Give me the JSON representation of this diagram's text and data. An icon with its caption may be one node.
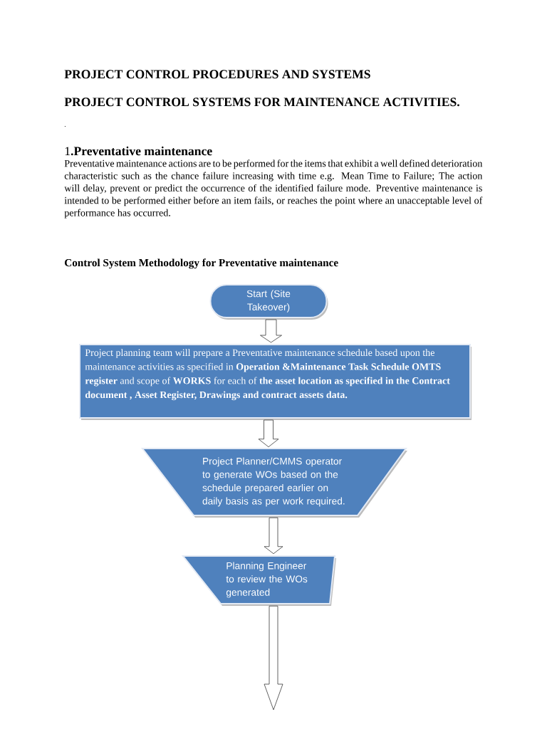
{
  "diagram": {
    "title": "PROJECT CONTROL PROCEDURES AND SYSTEMS",
    "nodes": [
      {
        "text": [
          "Start (Site Takeover)"
        ]
      },
      {
        "text": [
          "Project planning team will prepare a Preventative maintenance schedule based upon the maintenance activities as specified in **Operation &Maintenance Task Schedule OMTS register** and scope of **WORKS** for each of **the asset location as specified in the Contract document , Asset Register, Drawings and contract assets data.**"
        ]
      },
      {
        "text": [
          "Project Planner/CMMS operator to generate WOs based on the schedule prepared earlier on daily basis as per work required."
        ]
      },
      {
        "text": [
          "Planning Engineer to review the WOs generated"
        ]
      }
    ],
    "edges": [
      {
        "from": 0,
        "to": 1,
        "arrow": "to"
      },
      {
        "from": 1,
        "to": 2,
        "arrow": "to"
      },
      {
        "from": 2,
        "to": 3,
        "arrow": "to"
      },
      {
        "from": 3,
        "to": null,
        "arrow": "to"
      }
    ],
    "labels": [
      "PROJECT CONTROL SYSTEMS FOR MAINTENANCE ACTIVITIES.",
      ".",
      "1**.Preventative maintenance**",
      "Preventative maintenance actions are to be performed for the items that exhibit a well defined deterioration characteristic such as the chance failure increasing with time e.g. Mean Time to Failure; The action will delay, prevent or predict the occurrence of the identified failure mode. Preventive maintenance is intended to be performed either before an item fails, or reaches the point where an unacceptable level of performance has occurred.",
      "Control System Methodology for Preventative maintenance"
    ]
  }
}
